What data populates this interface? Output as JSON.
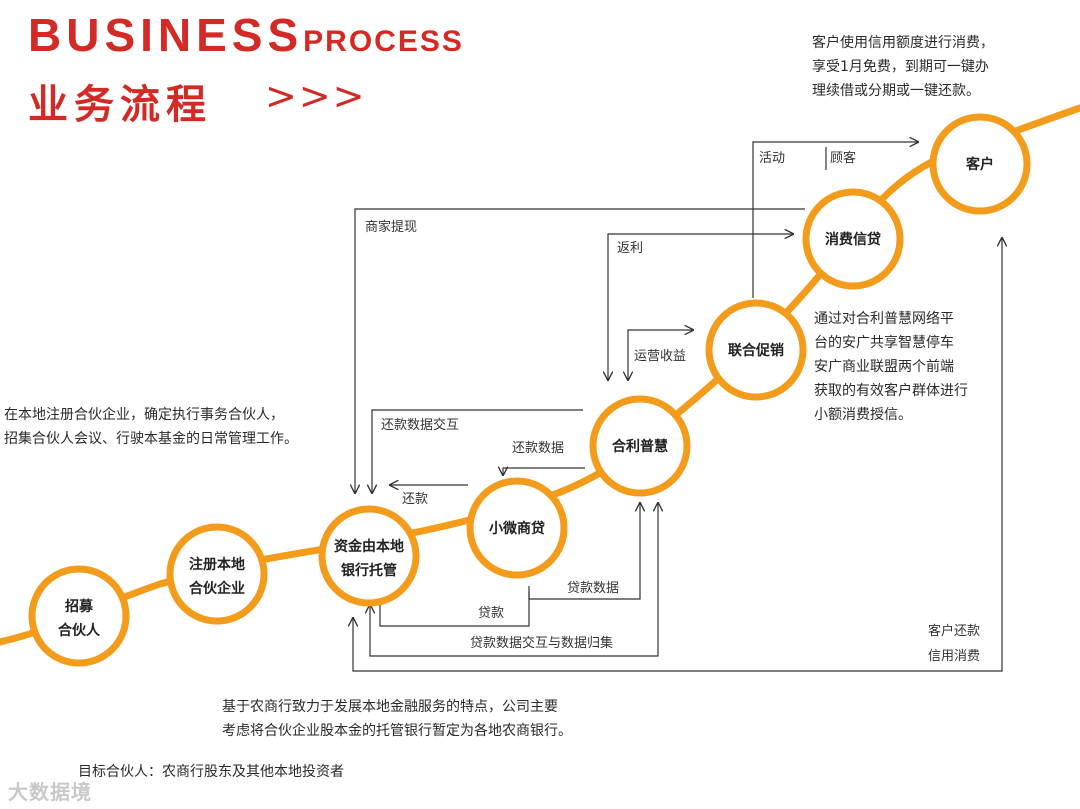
{
  "header": {
    "title_en_big": "BUSINESS",
    "title_en_small": "PROCESS",
    "title_cn": "业务流程",
    "chevrons": ">>>"
  },
  "colors": {
    "accent": "#d42a26",
    "orange": "#f39c1c",
    "line": "#333333"
  },
  "nodes": [
    {
      "id": "recruit",
      "lines": [
        "招募",
        "合伙人"
      ]
    },
    {
      "id": "register",
      "lines": [
        "注册本地",
        "合伙企业"
      ]
    },
    {
      "id": "custody",
      "lines": [
        "资金由本地",
        "银行托管"
      ]
    },
    {
      "id": "microloan",
      "lines": [
        "小微商贷"
      ]
    },
    {
      "id": "helihuihui",
      "lines": [
        "合利普慧"
      ]
    },
    {
      "id": "promo",
      "lines": [
        "联合促销"
      ]
    },
    {
      "id": "consumer_credit",
      "lines": [
        "消费信贷"
      ]
    },
    {
      "id": "customer",
      "lines": [
        "客户"
      ]
    }
  ],
  "flow_labels": {
    "activity": "活动",
    "customer_flow": "顾客",
    "merchant_withdraw": "商家提现",
    "rebate": "返利",
    "ops_income": "运营收益",
    "repay_interact": "还款数据交互",
    "repay_data": "还款数据",
    "repay": "还款",
    "loan": "贷款",
    "loan_data": "贷款数据",
    "loan_collect": "贷款数据交互与数据归集",
    "cust_repay": "客户还款",
    "credit_consume": "信用消费"
  },
  "notes": {
    "top_right": [
      "客户使用信用额度进行消费，",
      "享受1月免费，到期可一键办",
      "理续借或分期或一键还款。"
    ],
    "left": [
      "在本地注册合伙企业，确定执行事务合伙人，",
      "招集合伙人会议、行驶本基金的日常管理工作。"
    ],
    "right": [
      "通过对合利普慧网络平",
      "台的安广共享智慧停车",
      "安广商业联盟两个前端",
      "获取的有效客户群体进行",
      "小额消费授信。"
    ],
    "bottom": [
      "基于农商行致力于发展本地金融服务的特点，公司主要",
      "考虑将合伙企业股本金的托管银行暂定为各地农商银行。"
    ],
    "target": "目标合伙人：农商行股东及其他本地投资者"
  },
  "watermark": "大数据境"
}
